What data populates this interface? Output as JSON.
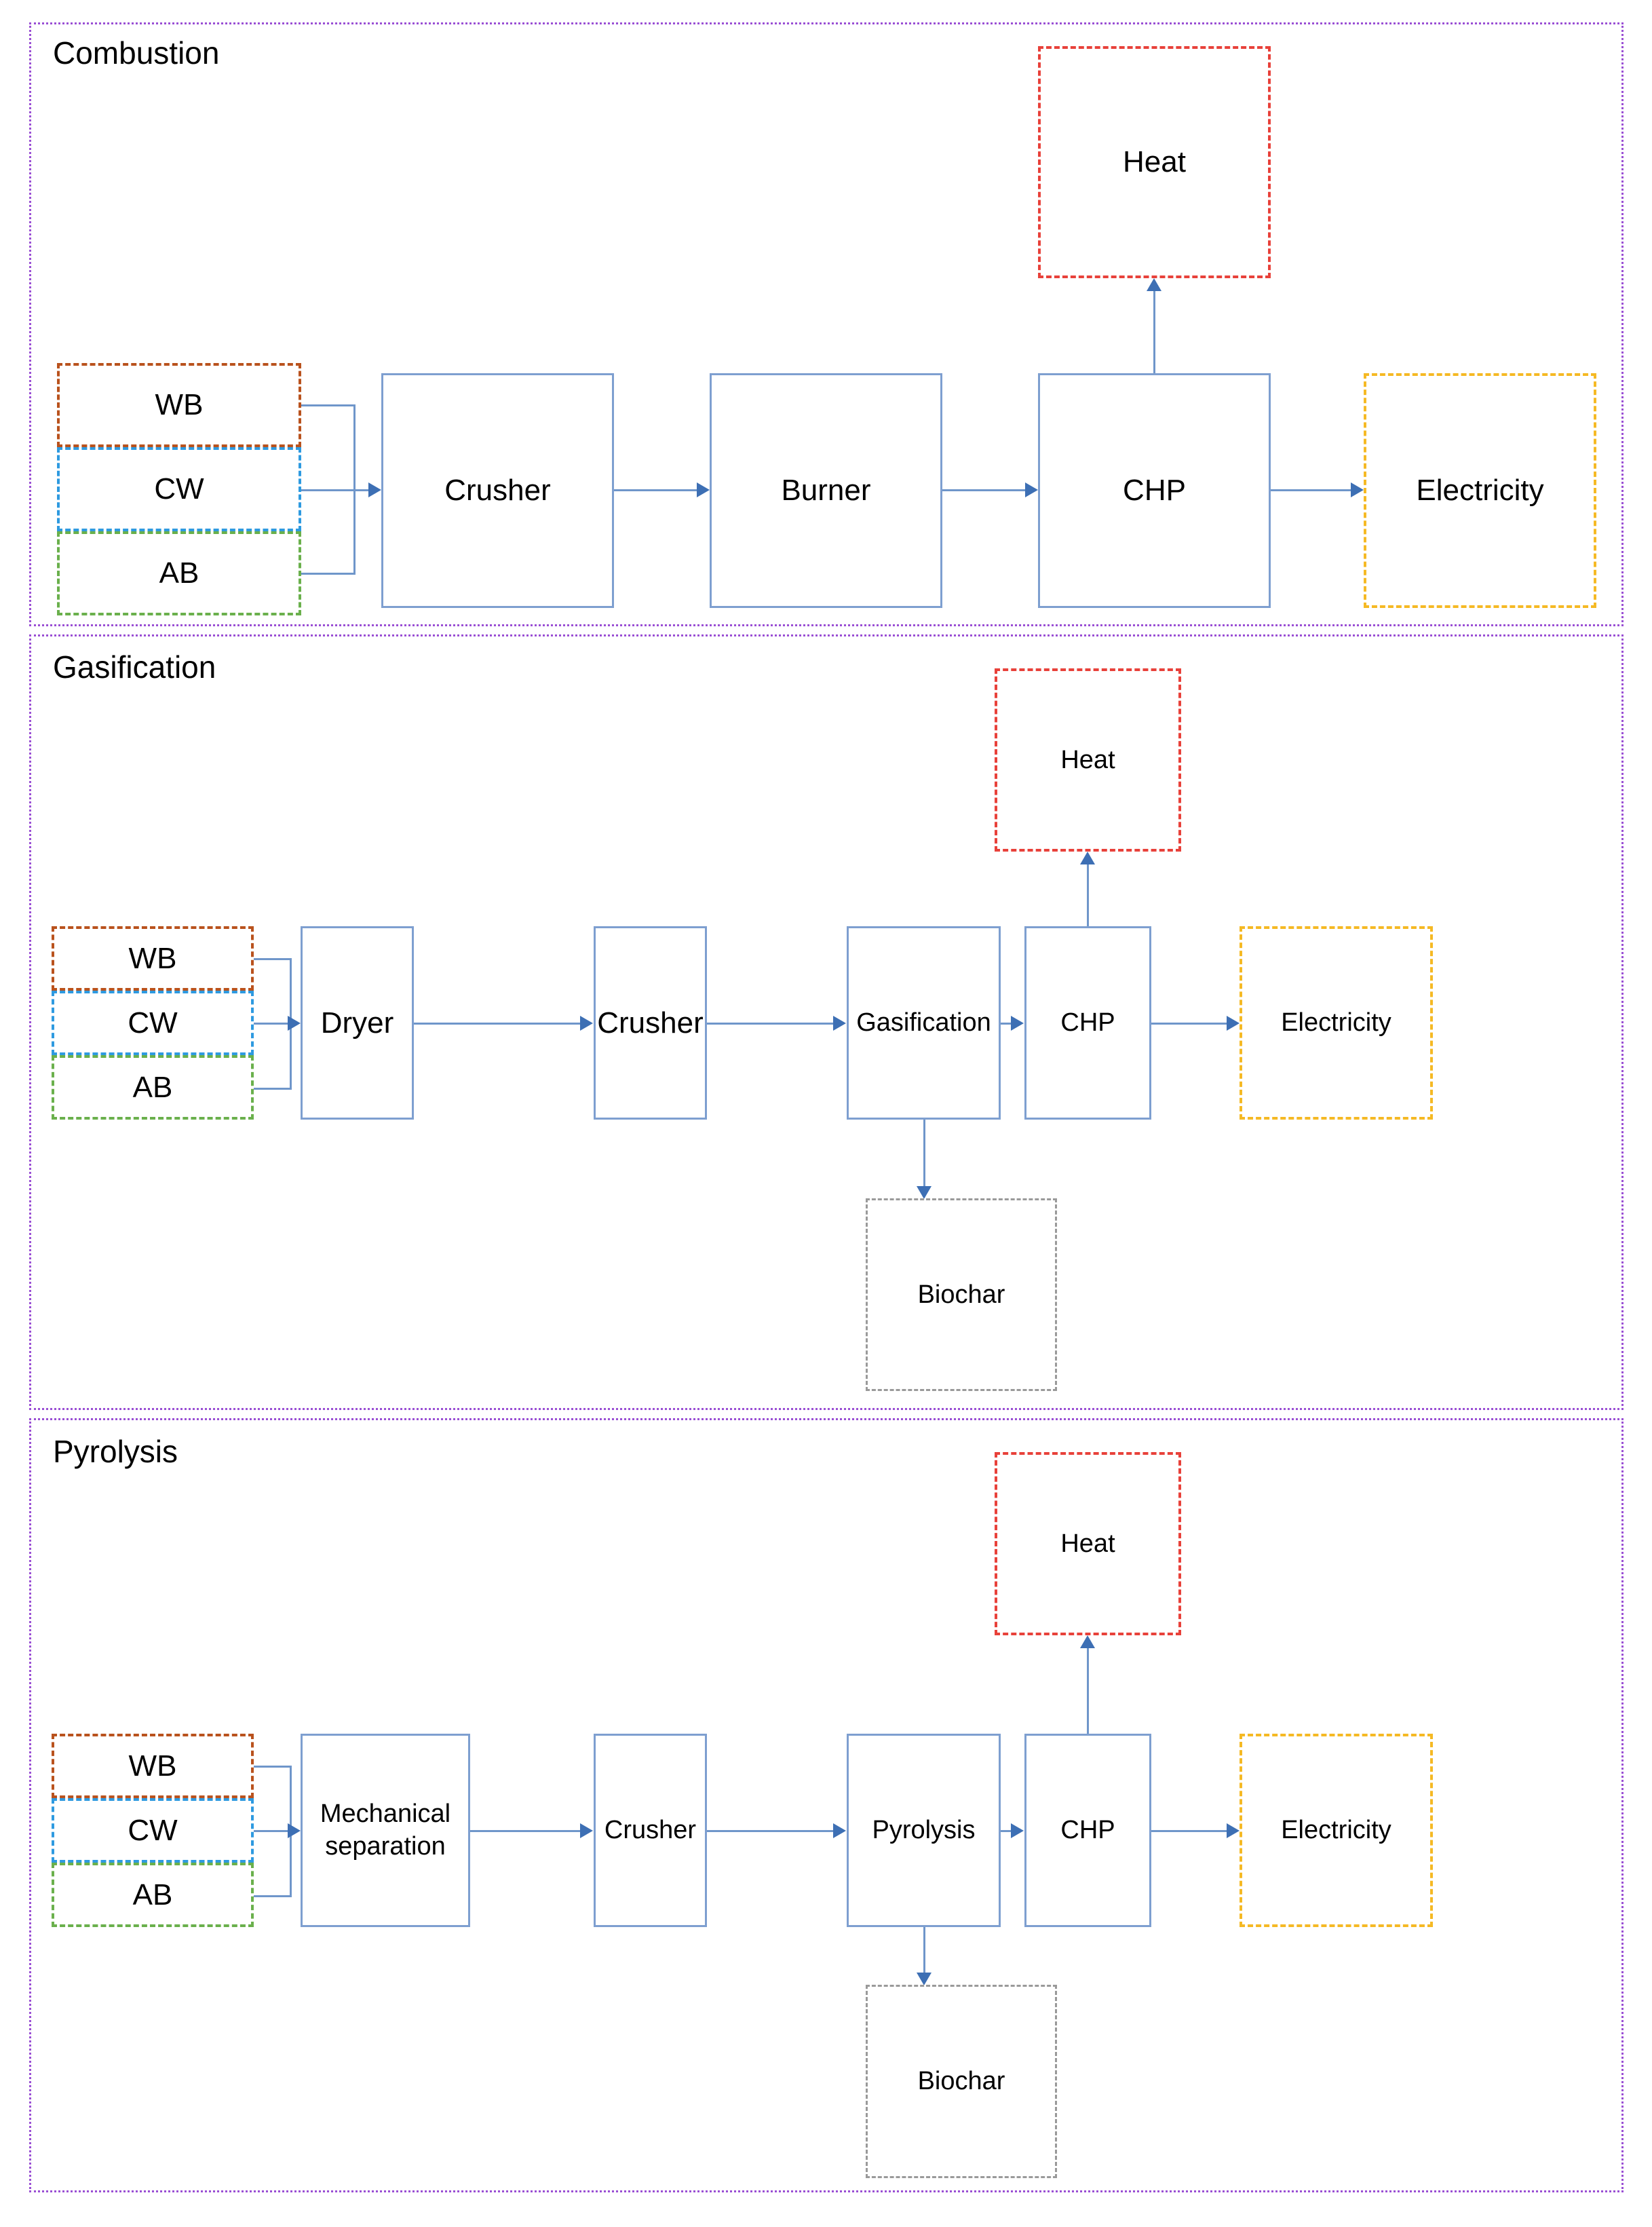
{
  "diagram": {
    "title_hidden": "",
    "palette": {
      "panel_border": "#9a4fd4",
      "process_border": "#7e9fd0",
      "arrow": "#6f96ca",
      "arrowhead": "#3d6fb4",
      "wb_border": "#b9521d",
      "cw_border": "#2e9ae0",
      "ab_border": "#6ab04c",
      "heat_border": "#e8413a",
      "electricity_border": "#f5b924",
      "biochar_border": "#9a9a9a"
    }
  },
  "panels": [
    {
      "id": "combustion",
      "title": "Combustion",
      "feedstocks": [
        {
          "label": "WB",
          "kind": "wb"
        },
        {
          "label": "CW",
          "kind": "cw"
        },
        {
          "label": "AB",
          "kind": "ab"
        }
      ],
      "processes": [
        {
          "label": "Crusher"
        },
        {
          "label": "Burner"
        },
        {
          "label": "CHP"
        }
      ],
      "outputs": [
        {
          "label": "Heat",
          "kind": "heat"
        },
        {
          "label": "Electricity",
          "kind": "electricity"
        }
      ]
    },
    {
      "id": "gasification",
      "title": "Gasification",
      "feedstocks": [
        {
          "label": "WB",
          "kind": "wb"
        },
        {
          "label": "CW",
          "kind": "cw"
        },
        {
          "label": "AB",
          "kind": "ab"
        }
      ],
      "processes": [
        {
          "label": "Dryer"
        },
        {
          "label": "Crusher"
        },
        {
          "label": "Gasification"
        },
        {
          "label": "CHP"
        }
      ],
      "outputs": [
        {
          "label": "Heat",
          "kind": "heat"
        },
        {
          "label": "Electricity",
          "kind": "electricity"
        },
        {
          "label": "Biochar",
          "kind": "biochar"
        }
      ]
    },
    {
      "id": "pyrolysis",
      "title": "Pyrolysis",
      "feedstocks": [
        {
          "label": "WB",
          "kind": "wb"
        },
        {
          "label": "CW",
          "kind": "cw"
        },
        {
          "label": "AB",
          "kind": "ab"
        }
      ],
      "processes": [
        {
          "label": "Mechanical separation",
          "line1": "Mechanical",
          "line2": "separation"
        },
        {
          "label": "Crusher"
        },
        {
          "label": "Pyrolysis"
        },
        {
          "label": "CHP"
        }
      ],
      "outputs": [
        {
          "label": "Heat",
          "kind": "heat"
        },
        {
          "label": "Electricity",
          "kind": "electricity"
        },
        {
          "label": "Biochar",
          "kind": "biochar"
        }
      ]
    }
  ]
}
